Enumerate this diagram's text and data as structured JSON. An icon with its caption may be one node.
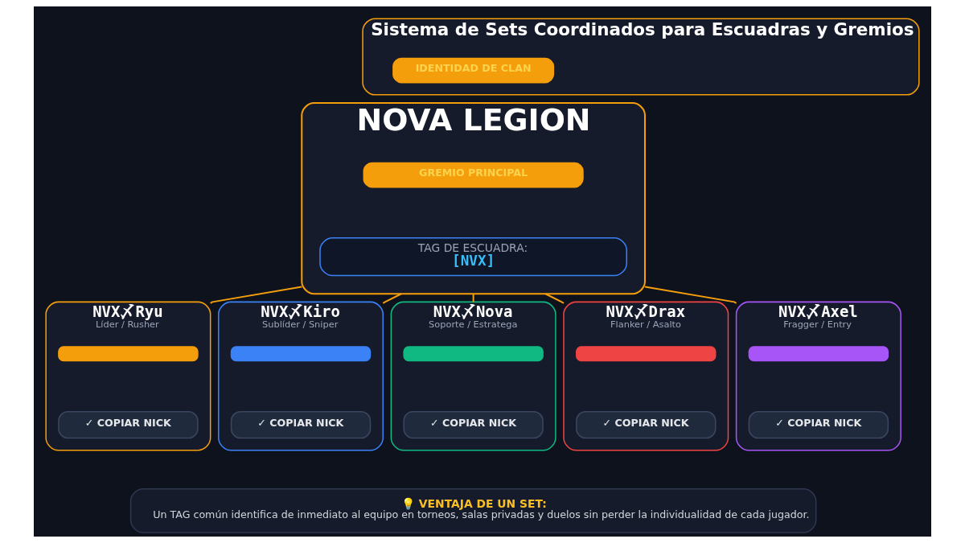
{
  "diagram": {
    "nodes": [
      {
        "text": [
          "Sistema de Sets Coordinados para Escuadras y Gremios"
        ]
      },
      {
        "text": [
          "IDENTIDAD DE CLAN"
        ],
        "in": 0
      },
      {
        "text": [
          "NOVA LEGION"
        ]
      },
      {
        "text": [
          "GREMIO PRINCIPAL"
        ],
        "in": 2
      },
      {
        "text": [
          "TAG DE ESCUADRA:",
          "[NVX]"
        ],
        "in": 2
      },
      {
        "text": [
          "NVX〆Ryu",
          "Líder / Rusher"
        ]
      },
      {
        "text": [],
        "shape": "bar",
        "in": 5
      },
      {
        "text": [
          "✓ COPIAR NICK"
        ],
        "in": 5
      },
      {
        "text": [
          "NVX〆Kiro",
          "Sublíder / Sniper"
        ]
      },
      {
        "text": [],
        "shape": "bar",
        "in": 8
      },
      {
        "text": [
          "✓ COPIAR NICK"
        ],
        "in": 8
      },
      {
        "text": [
          "NVX〆Nova",
          "Soporte / Estratega"
        ]
      },
      {
        "text": [],
        "shape": "bar",
        "in": 11
      },
      {
        "text": [
          "✓ COPIAR NICK"
        ],
        "in": 11
      },
      {
        "text": [
          "NVX〆Drax",
          "Flanker / Asalto"
        ]
      },
      {
        "text": [],
        "shape": "bar",
        "in": 14
      },
      {
        "text": [
          "✓ COPIAR NICK"
        ],
        "in": 14
      },
      {
        "text": [
          "NVX〆Axel",
          "Fragger / Entry"
        ]
      },
      {
        "text": [],
        "shape": "bar",
        "in": 17
      },
      {
        "text": [
          "✓ COPIAR NICK"
        ],
        "in": 17
      },
      {
        "text": [
          "💡 VENTAJA DE UN SET:",
          "Un TAG común identifica de inmediato al equipo en torneos, salas privadas y duelos sin perder la individualidad de cada jugador."
        ]
      }
    ],
    "edges": [
      {
        "from": 2,
        "to": 5,
        "arrow": "none"
      },
      {
        "from": 2,
        "to": 8,
        "arrow": "none"
      },
      {
        "from": 2,
        "to": 11,
        "arrow": "none"
      },
      {
        "from": 2,
        "to": 14,
        "arrow": "none"
      },
      {
        "from": 2,
        "to": 17,
        "arrow": "none"
      }
    ]
  }
}
